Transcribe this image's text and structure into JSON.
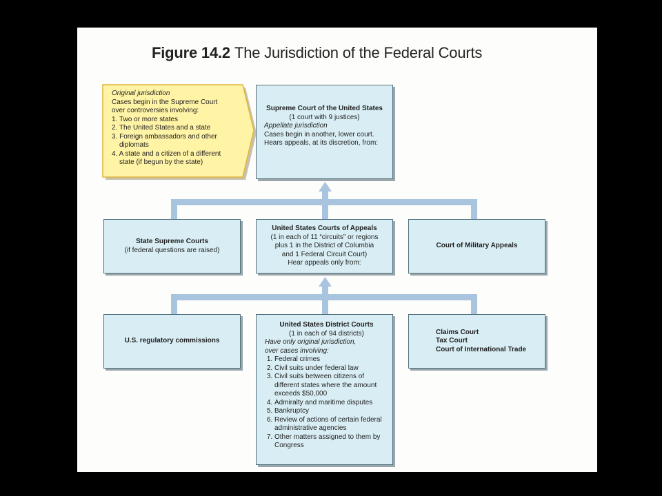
{
  "figure": {
    "number": "Figure 14.2",
    "title": "The Jurisdiction of the Federal Courts"
  },
  "original_jurisdiction": {
    "heading": "Original jurisdiction",
    "intro_1": "Cases begin in the Supreme Court",
    "intro_2": "over controversies involving:",
    "items": [
      "1. Two or more states",
      "2. The United States and a state",
      "3. Foreign ambassadors and other",
      "diplomats",
      "4. A state and a citizen of a different",
      "state (if begun by the state)"
    ]
  },
  "supreme_court": {
    "name": "Supreme Court of the United States",
    "size": "(1 court with 9 justices)",
    "appellate_heading": "Appellate jurisdiction",
    "line_1": "Cases begin in another, lower court.",
    "line_2": "Hears appeals, at its discretion, from:"
  },
  "state_supreme_courts": {
    "name": "State Supreme Courts",
    "note": "(if federal questions are raised)"
  },
  "courts_of_appeals": {
    "name": "United States Courts of Appeals",
    "line_1": "(1 in each of 11 “circuits” or regions",
    "line_2": "plus 1 in the District of Columbia",
    "line_3": "and 1 Federal Circuit Court)",
    "line_4": "Hear appeals only from:"
  },
  "military_appeals": {
    "name": "Court of Military Appeals"
  },
  "regulatory_commissions": {
    "name": "U.S. regulatory commissions"
  },
  "district_courts": {
    "name": "United States District Courts",
    "size": "(1 in each of 94 districts)",
    "intro_1": "Have only original jurisdiction,",
    "intro_2": "over cases involving:",
    "items": [
      "Federal crimes",
      "Civil suits under federal law",
      "Civil suits between citizens of different states where the amount exceeds $50,000",
      "Admiralty and maritime disputes",
      "Bankruptcy",
      "Review of actions of certain federal administrative agencies",
      "Other matters assigned to them by Congress"
    ]
  },
  "special_courts": {
    "claims": "Claims Court",
    "tax": "Tax Court",
    "international_trade": "Court of International Trade"
  },
  "colors": {
    "box_fill": "#d9eef4",
    "box_border": "#4f6f7d",
    "connector": "#a9c4df",
    "callout_fill": "#fff3a6",
    "callout_border": "#e0b43c"
  }
}
